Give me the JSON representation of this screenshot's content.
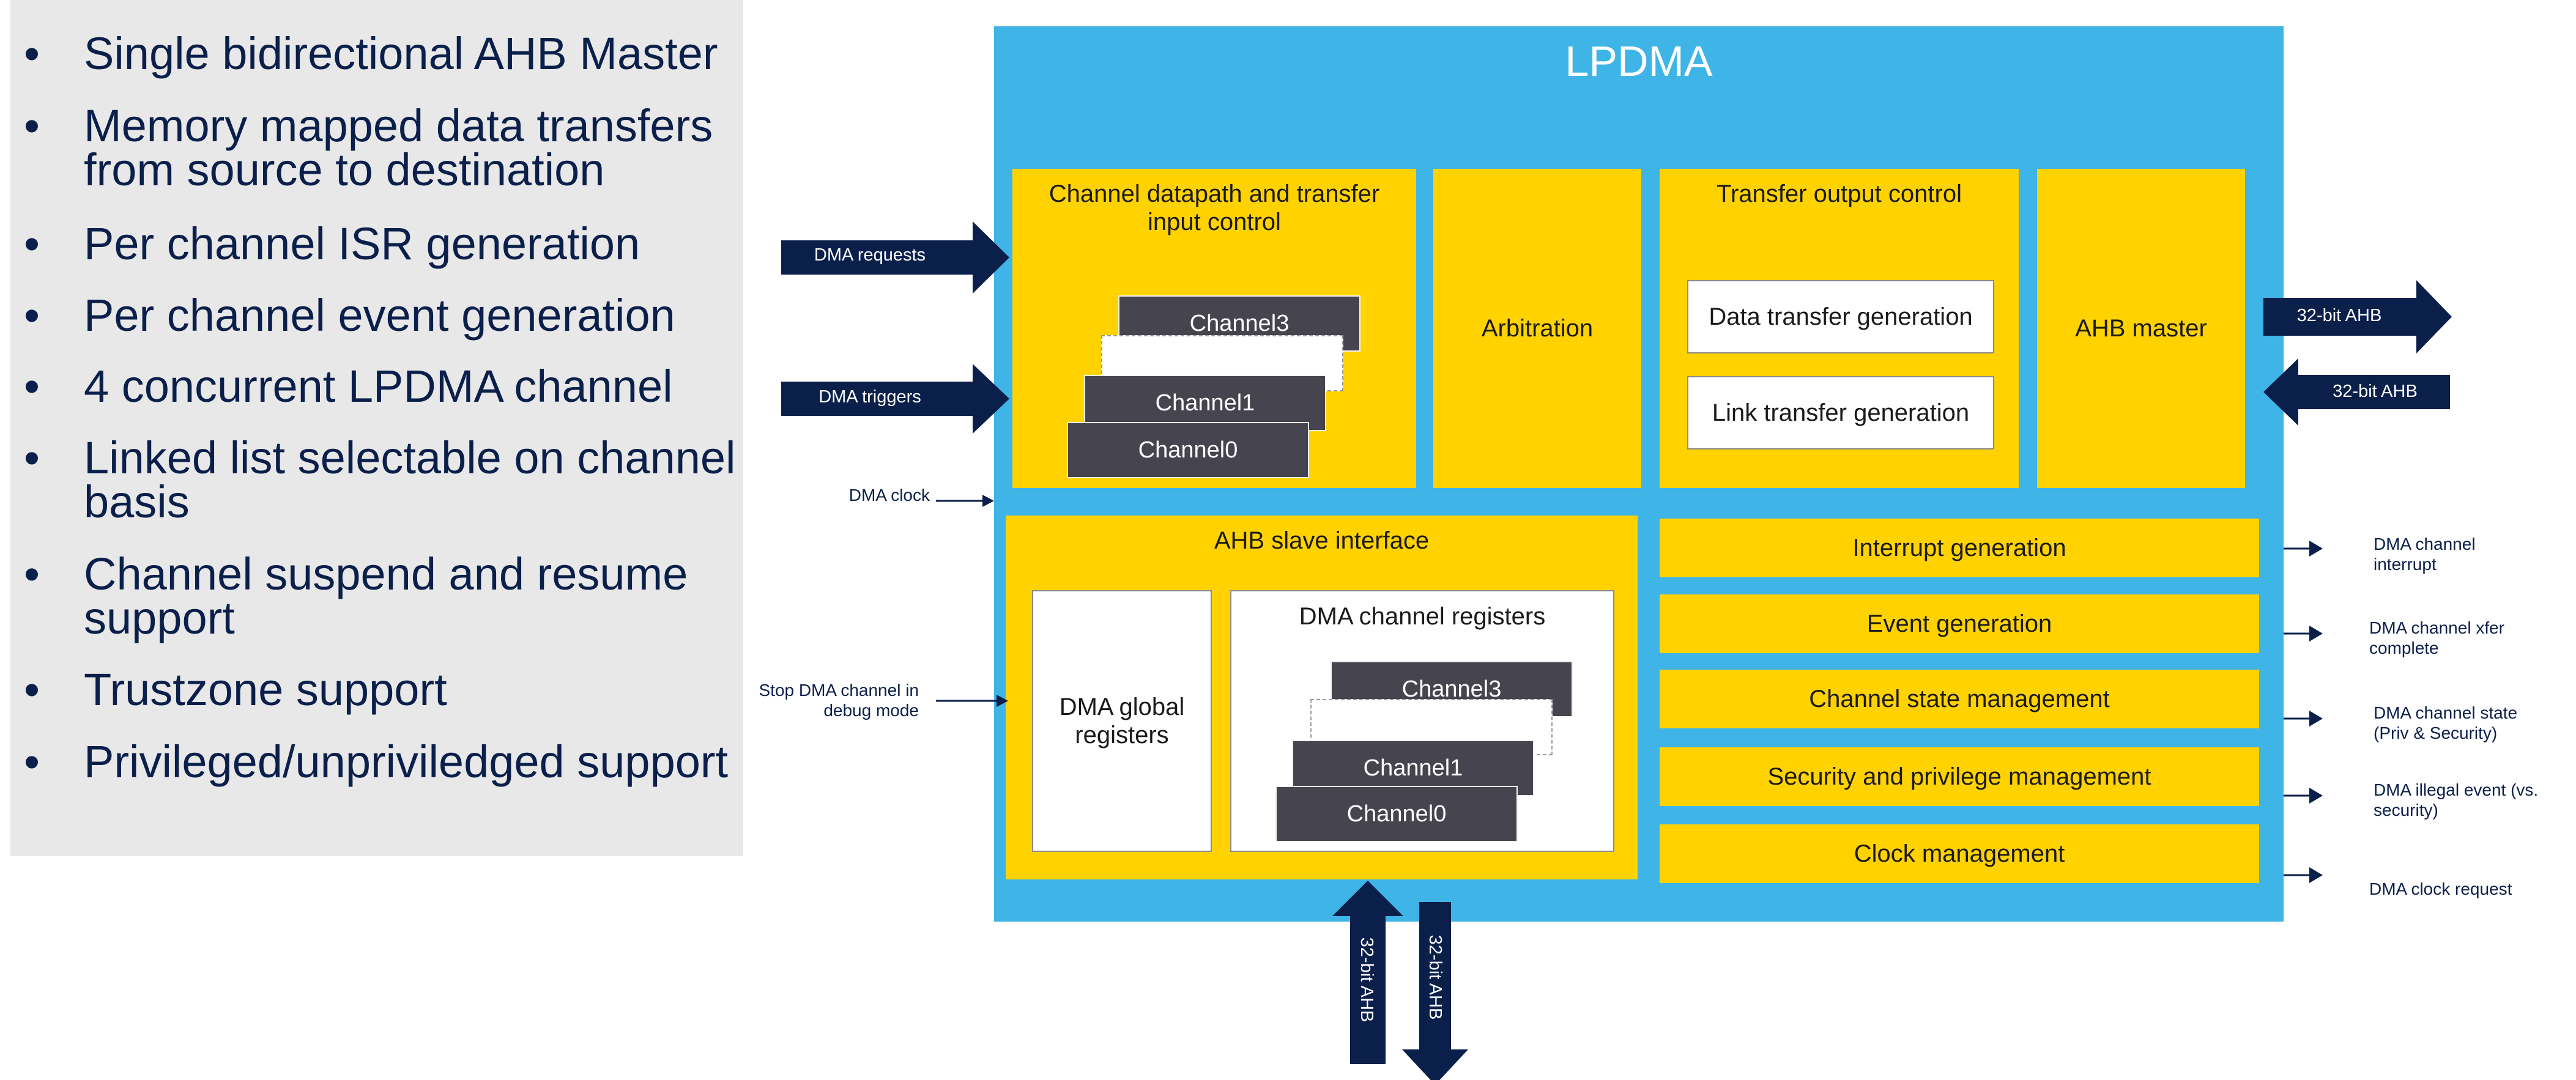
{
  "features": [
    "Single bidirectional AHB Master",
    "Memory mapped data transfers from source to destination",
    "Per channel ISR generation",
    "Per channel event generation",
    "4 concurrent LPDMA channel",
    "Linked list selectable on channel basis",
    "Channel suspend and resume support",
    "Trustzone support",
    "Privileged/unpriviledged support"
  ],
  "bullet": "•",
  "diagram": {
    "title": "LPDMA",
    "blocks": {
      "datapath": "Channel datapath and transfer input control",
      "arbitration": "Arbitration",
      "output_control": "Transfer output control",
      "data_transfer_gen": "Data transfer generation",
      "link_transfer_gen": "Link transfer generation",
      "ahb_master": "AHB master",
      "ahb_slave": "AHB slave interface",
      "global_regs": "DMA global registers",
      "channel_regs": "DMA channel registers",
      "interrupt_gen": "Interrupt generation",
      "event_gen": "Event generation",
      "state_mgmt": "Channel state management",
      "security_mgmt": "Security and privilege management",
      "clock_mgmt": "Clock management"
    },
    "channels": {
      "ch3": "Channel3",
      "ch1": "Channel1",
      "ch0": "Channel0"
    },
    "inputs": {
      "requests": "DMA requests",
      "triggers": "DMA triggers",
      "clock": "DMA clock",
      "stop": "Stop DMA channel in debug mode"
    },
    "outputs": {
      "ahb_out": "32-bit AHB",
      "ahb_in": "32-bit AHB",
      "interrupt": "DMA channel interrupt",
      "xfer_complete": "DMA channel xfer complete",
      "state": "DMA channel state (Priv & Security)",
      "illegal": "DMA illegal event (vs. security)",
      "clock_request": "DMA clock request"
    },
    "bottom": {
      "ahb_up": "32-bit AHB",
      "ahb_down": "32-bit AHB"
    },
    "colors": {
      "container": "#3fb4e6",
      "block": "#ffd200",
      "channel": "#45444f",
      "arrow": "#0b1f4b",
      "panel": "#e8e8e8"
    }
  }
}
